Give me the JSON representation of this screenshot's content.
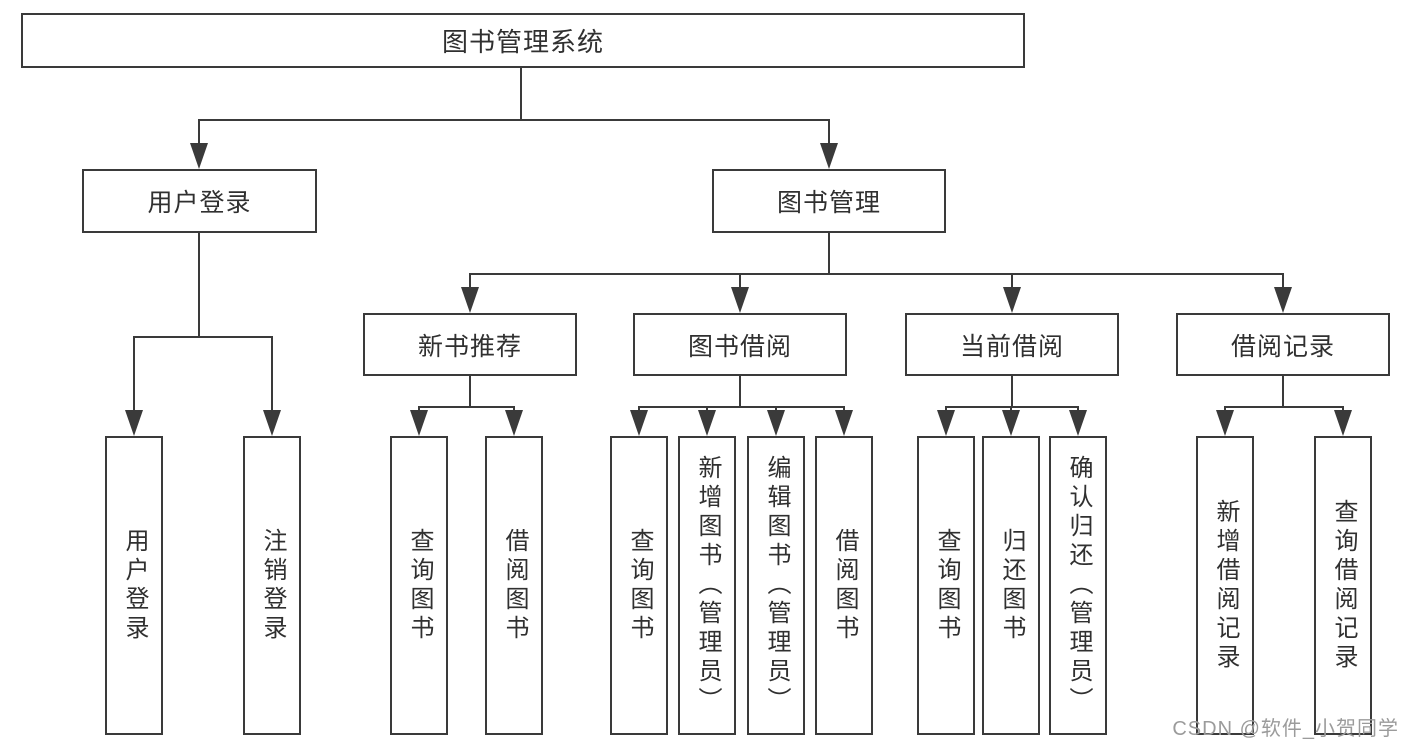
{
  "diagram": {
    "title": "图书管理系统",
    "line_color": "#3a3a3a",
    "text_color": "#303030",
    "root": {
      "label": "图书管理系统"
    },
    "level2": [
      {
        "label": "用户登录"
      },
      {
        "label": "图书管理"
      }
    ],
    "level3": [
      {
        "label": "新书推荐"
      },
      {
        "label": "图书借阅"
      },
      {
        "label": "当前借阅"
      },
      {
        "label": "借阅记录"
      }
    ],
    "leaves": [
      {
        "label": "用户登录",
        "parent": "用户登录"
      },
      {
        "label": "注销登录",
        "parent": "用户登录"
      },
      {
        "label": "查询图书",
        "parent": "新书推荐"
      },
      {
        "label": "借阅图书",
        "parent": "新书推荐"
      },
      {
        "label": "查询图书",
        "parent": "图书借阅"
      },
      {
        "label": "新增图书（管理员）",
        "parent": "图书借阅"
      },
      {
        "label": "编辑图书（管理员）",
        "parent": "图书借阅"
      },
      {
        "label": "借阅图书",
        "parent": "图书借阅"
      },
      {
        "label": "查询图书",
        "parent": "当前借阅"
      },
      {
        "label": "归还图书",
        "parent": "当前借阅"
      },
      {
        "label": "确认归还（管理员）",
        "parent": "当前借阅"
      },
      {
        "label": "新增借阅记录",
        "parent": "借阅记录"
      },
      {
        "label": "查询借阅记录",
        "parent": "借阅记录"
      }
    ]
  },
  "watermark": {
    "text": "CSDN @软件_小贺同学",
    "color": "#9b9b9b"
  }
}
